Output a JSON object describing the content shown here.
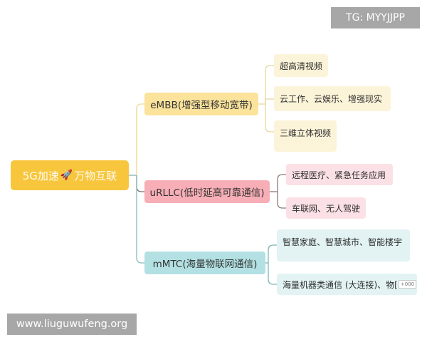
{
  "mindmap": {
    "root": {
      "label_prefix": "5G加速",
      "icon": "rocket-icon",
      "icon_glyph": "🚀",
      "label_suffix": "万物互联",
      "color": "#f7c63c"
    },
    "branches": [
      {
        "label": "eMBB(增强型移动宽带)",
        "color": "#fbe39b",
        "line_color": "#f0dc95",
        "children": [
          {
            "label": "超高清视频"
          },
          {
            "label": "云工作、云娱乐、增强现实"
          },
          {
            "label": "三维立体视频"
          }
        ]
      },
      {
        "label": "uRLLC(低时延高可靠通信)",
        "color": "#f7aeb6",
        "line_color": "#8a7a7a",
        "children": [
          {
            "label": "远程医疗、紧急任务应用"
          },
          {
            "label": "车联网、无人驾驶"
          }
        ]
      },
      {
        "label": "mMTC(海量物联网通信)",
        "color": "#b3e1e3",
        "line_color": "#7fb5b5",
        "children": [
          {
            "label": "智慧家庭、智慧城市、智能楼宇"
          },
          {
            "label": "海量机器类通信 (大连接)、物[",
            "more_tag": "+000"
          }
        ]
      }
    ]
  },
  "watermarks": {
    "top_right": "TG: MYYJJPP",
    "bottom_left": "www.liuguwufeng.org"
  }
}
